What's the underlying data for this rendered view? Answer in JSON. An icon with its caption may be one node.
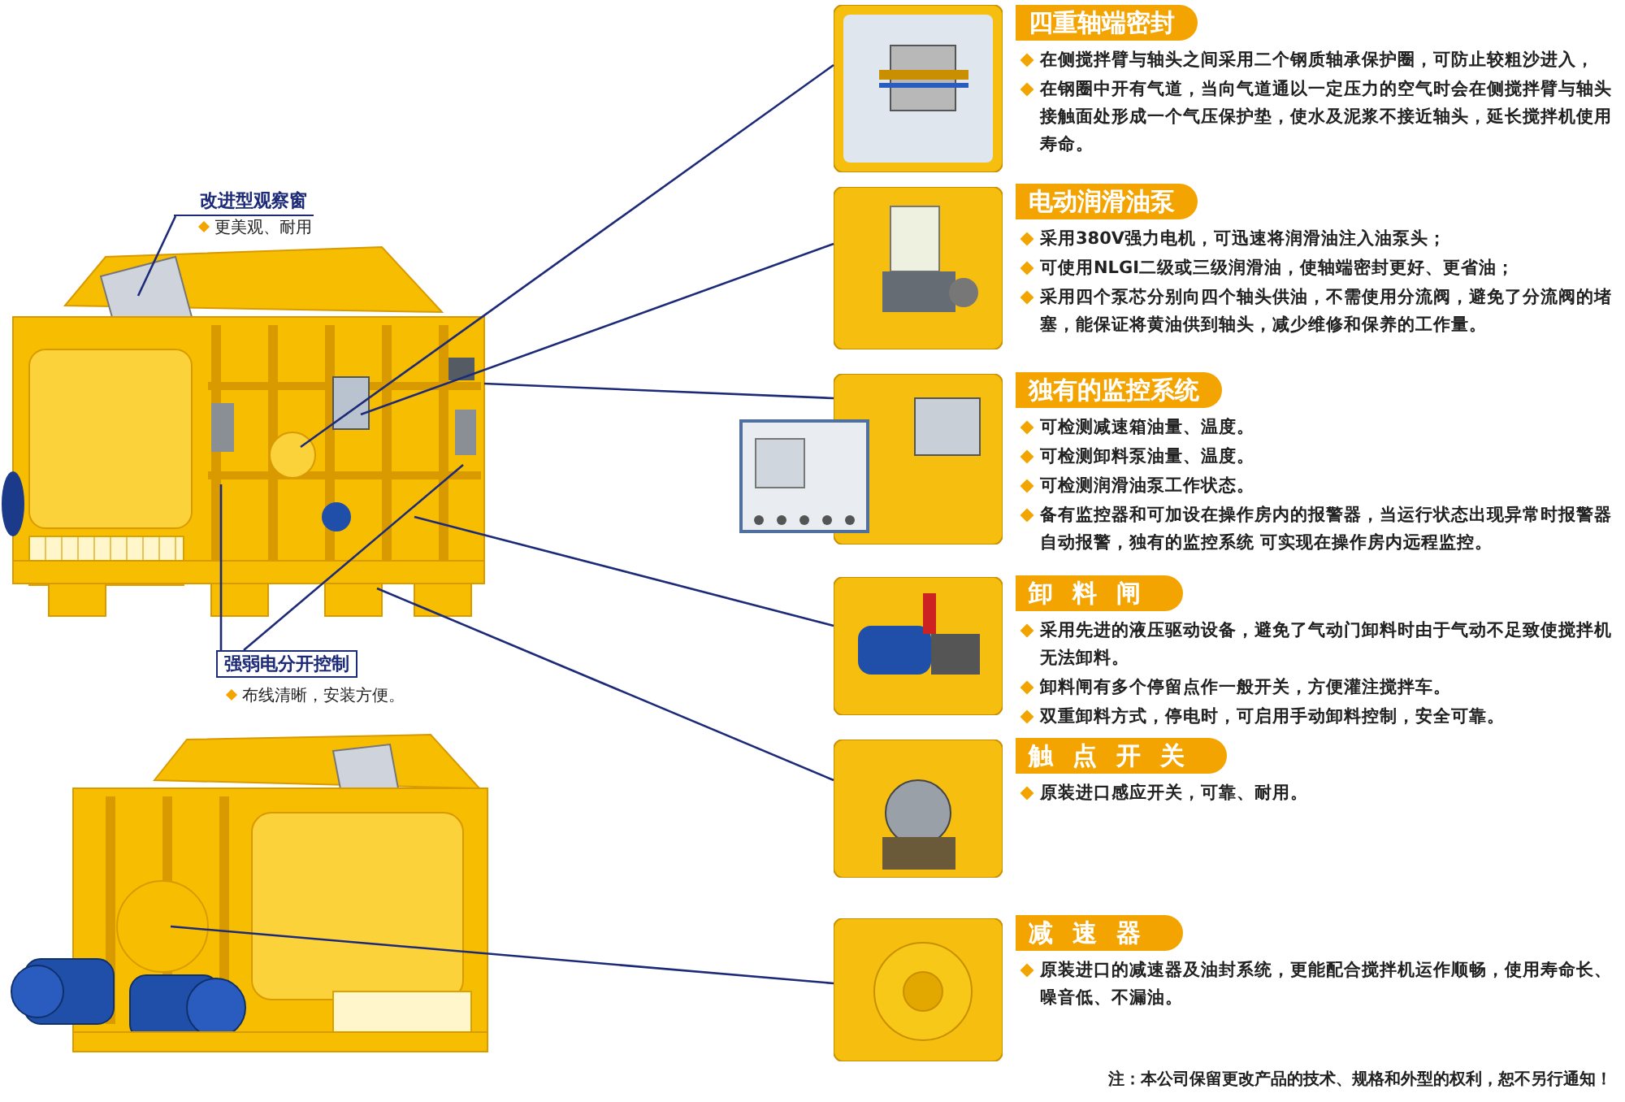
{
  "diagram": {
    "nodes": [
      {
        "text": [],
        "shape": "picture"
      },
      {
        "text": [
          "改进型观察窗"
        ],
        "beside": [
          "更美观、耐用"
        ]
      },
      {
        "text": [
          "强弱电分开控制"
        ],
        "beside": [
          "布线清晰，安装方便。"
        ]
      },
      {
        "text": [],
        "shape": "picture"
      },
      {
        "text": [],
        "shape": "picture"
      },
      {
        "text": [
          "四重轴端密封"
        ],
        "beside": [
          "在侧搅拌臂与轴头之间采用二个钢质轴承保护圈，可防止较粗沙进入，",
          "在钢圈中开有气道，当向气道通以一定压力的空气时会在侧搅拌臂与轴头接触面处形成一个气压保护垫，使水及泥浆不接近轴头，延长搅拌机使用寿命。"
        ]
      },
      {
        "text": [],
        "shape": "picture"
      },
      {
        "text": [
          "电动润滑油泵"
        ],
        "beside": [
          "采用380V强力电机，可迅速将润滑油注入油泵头；",
          "可使用NLGI二级或三级润滑油，使轴端密封更好、更省油；",
          "采用四个泵芯分别向四个轴头供油，不需使用分流阀，避免了分流阀的堵塞，能保证将黄油供到轴头，减少维修和保养的工作量。"
        ]
      },
      {
        "text": [],
        "shape": "picture"
      },
      {
        "text": [
          "独有的监控系统"
        ],
        "beside": [
          "可检测减速箱油量、温度。",
          "可检测卸料泵油量、温度。",
          "可检测润滑油泵工作状态。",
          "备有监控器和可加设在操作房内的报警器，当运行状态出现异常时报警器自动报警，独有的监控系统 可实现在操作房内远程监控。"
        ]
      },
      {
        "text": [],
        "shape": "picture"
      },
      {
        "text": [
          "卸料闸"
        ],
        "beside": [
          "采用先进的液压驱动设备，避免了气动门卸料时由于气动不足致使搅拌机无法卸料。",
          "卸料闸有多个停留点作一般开关，方便灌注搅拌车。",
          "双重卸料方式，停电时，可启用手动卸料控制，安全可靠。"
        ]
      },
      {
        "text": [],
        "shape": "picture"
      },
      {
        "text": [
          "触点开关"
        ],
        "beside": [
          "原装进口感应开关，可靠、耐用。"
        ]
      },
      {
        "text": [],
        "shape": "picture"
      },
      {
        "text": [
          "减速器"
        ],
        "beside": [
          "原装进口的减速器及油封系统，更能配合搅拌机运作顺畅，使用寿命长、噪音低、不漏油。"
        ]
      }
    ],
    "edges": [
      {
        "from": 0,
        "to": 4,
        "arrow": "none"
      },
      {
        "from": 0,
        "to": 6,
        "arrow": "none"
      },
      {
        "from": 0,
        "to": 8,
        "arrow": "none"
      },
      {
        "from": 0,
        "to": 10,
        "arrow": "none"
      },
      {
        "from": 0,
        "to": 12,
        "arrow": "none"
      },
      {
        "from": 3,
        "to": 14,
        "arrow": "none"
      },
      {
        "from": 1,
        "to": 0,
        "arrow": "none"
      },
      {
        "from": 2,
        "to": 0,
        "arrow": "none"
      },
      {
        "from": 2,
        "to": 0,
        "arrow": "none"
      }
    ],
    "labels": [
      "注：本公司保留更改产品的技术、规格和外型的权利，恕不另行通知！"
    ]
  }
}
